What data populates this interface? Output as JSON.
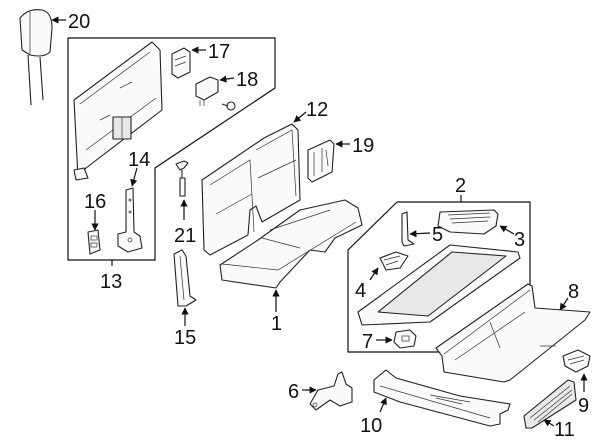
{
  "diagram": {
    "type": "exploded-parts-diagram",
    "subject": "rear seat assembly components",
    "callouts": {
      "c1": "1",
      "c2": "2",
      "c3": "3",
      "c4": "4",
      "c5": "5",
      "c6": "6",
      "c7": "7",
      "c8": "8",
      "c9": "9",
      "c10": "10",
      "c11": "11",
      "c12": "12",
      "c13": "13",
      "c14": "14",
      "c15": "15",
      "c16": "16",
      "c17": "17",
      "c18": "18",
      "c19": "19",
      "c20": "20",
      "c21": "21"
    },
    "groups": [
      {
        "label": "13",
        "contains": [
          "14",
          "16",
          "17",
          "18"
        ]
      },
      {
        "label": "2",
        "contains": [
          "3",
          "4",
          "5",
          "7"
        ]
      }
    ]
  }
}
